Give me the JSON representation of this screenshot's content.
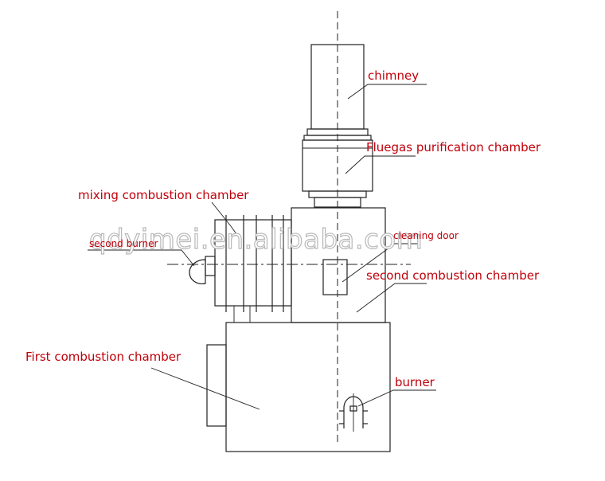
{
  "labels": {
    "chimney": "chimney",
    "fluegas": "Fluegas purification chamber",
    "mixing": "mixing combustion chamber",
    "second_burner": "second burner",
    "cleaning_door": "cleaning door",
    "second_chamber": "second combustion chamber",
    "first_chamber": "First combustion chamber",
    "burner": "burner"
  },
  "watermark": "qdyimei.en.alibaba.com",
  "colors": {
    "label": "#c0000a",
    "line": "#222222",
    "watermark_stroke": "#b8b8b8"
  }
}
